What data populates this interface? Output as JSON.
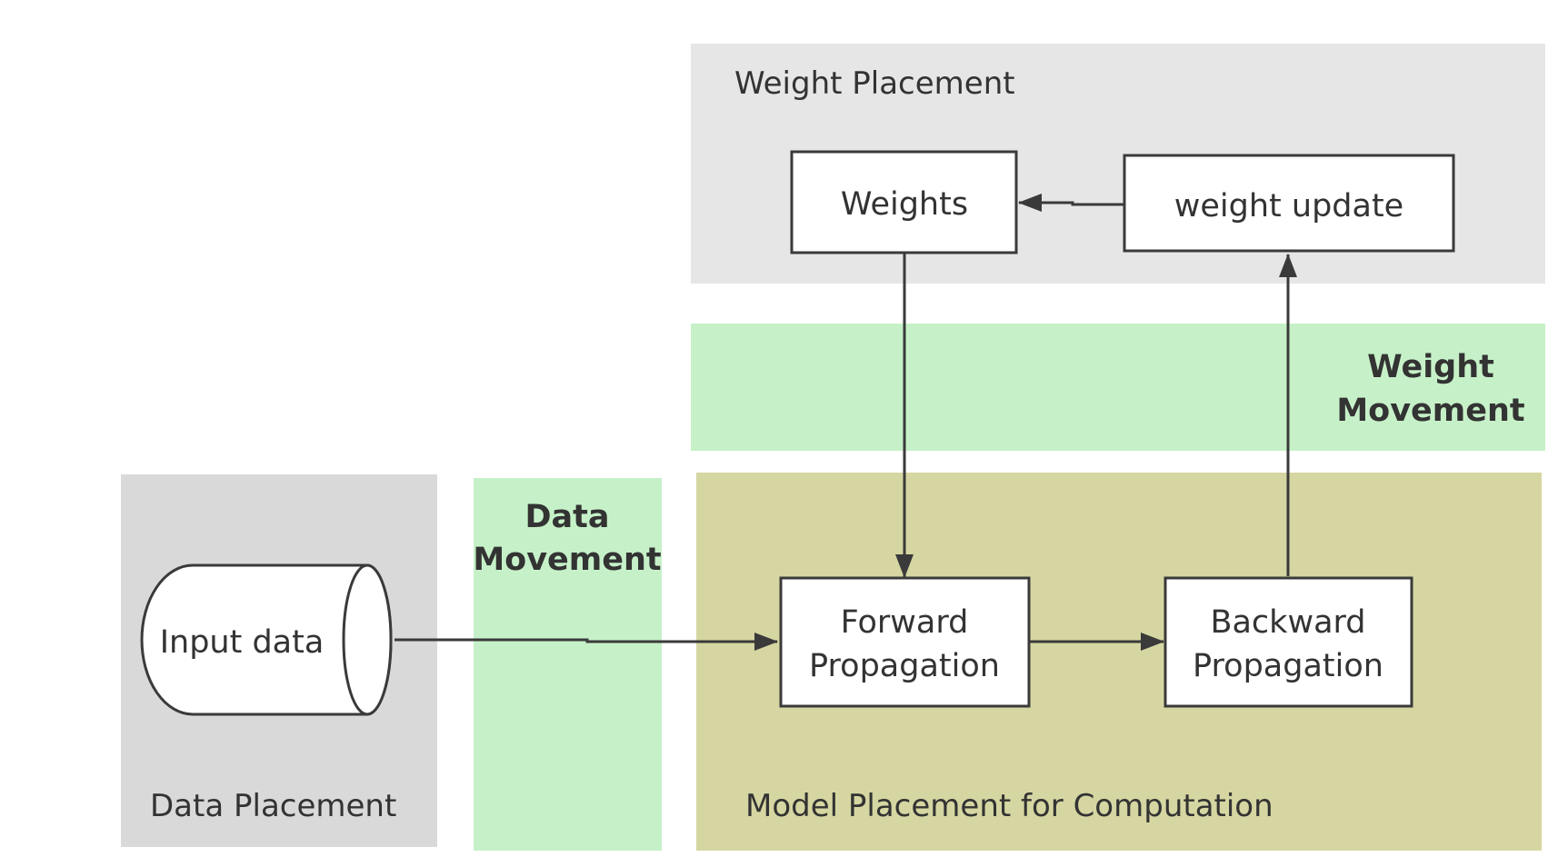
{
  "regions": {
    "weight_placement": "Weight Placement",
    "data_placement": "Data Placement",
    "model_placement": "Model Placement for Computation",
    "data_movement": [
      "Data",
      "Movement"
    ],
    "weight_movement": [
      "Weight",
      "Movement"
    ]
  },
  "nodes": {
    "input_data": "Input data",
    "weights": "Weights",
    "weight_update": "weight update",
    "forward_propagation": [
      "Forward",
      "Propagation"
    ],
    "backward_propagation": [
      "Backward",
      "Propagation"
    ]
  },
  "edges": [
    {
      "from": "input_data",
      "to": "forward_propagation"
    },
    {
      "from": "weights",
      "to": "forward_propagation"
    },
    {
      "from": "forward_propagation",
      "to": "backward_propagation"
    },
    {
      "from": "backward_propagation",
      "to": "weight_update"
    },
    {
      "from": "weight_update",
      "to": "weights"
    }
  ],
  "colors": {
    "weight_placement_bg": "#e6e6e6",
    "data_placement_bg": "#d9d9d9",
    "movement_bg": "#c6f1c8",
    "model_placement_bg": "#d6d6a2",
    "node_fill": "#ffffff",
    "line": "#3a3a3a",
    "text": "#333333"
  }
}
